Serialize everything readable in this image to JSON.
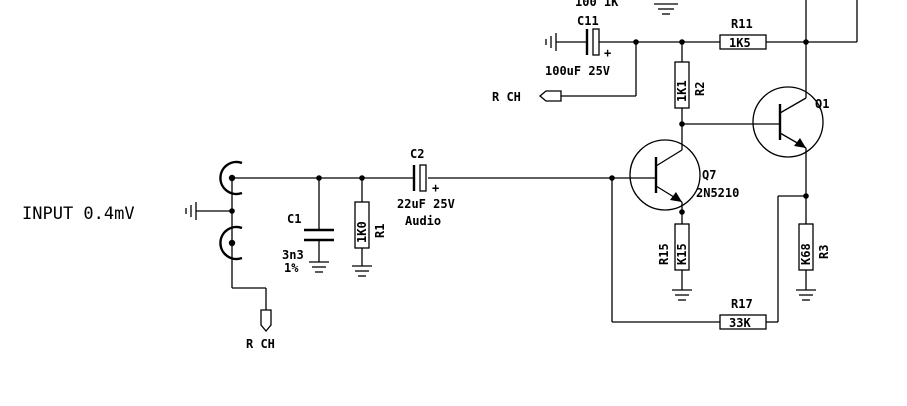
{
  "input": {
    "label": "INPUT 0.4mV"
  },
  "input_rch": {
    "label": "R CH"
  },
  "c11_rch": {
    "label": "R CH"
  },
  "top_cut": {
    "label": "100 1K"
  },
  "c1": {
    "ref": "C1",
    "value": "3n3",
    "tol": "1%"
  },
  "r1": {
    "ref": "R1",
    "value": "1K0"
  },
  "c2": {
    "ref": "C2",
    "value": "22uF 25V",
    "note": "Audio"
  },
  "c11": {
    "ref": "C11",
    "value": "100uF 25V"
  },
  "r11": {
    "ref": "R11",
    "value": "1K5"
  },
  "r2": {
    "ref": "R2",
    "value": "1K1"
  },
  "q7": {
    "ref": "Q7",
    "part": "2N5210"
  },
  "q1": {
    "ref": "Q1"
  },
  "r15": {
    "ref": "R15",
    "value": "K15"
  },
  "r3": {
    "ref": "R3",
    "value": "K68"
  },
  "r17": {
    "ref": "R17",
    "value": "33K"
  },
  "polarity": "+"
}
